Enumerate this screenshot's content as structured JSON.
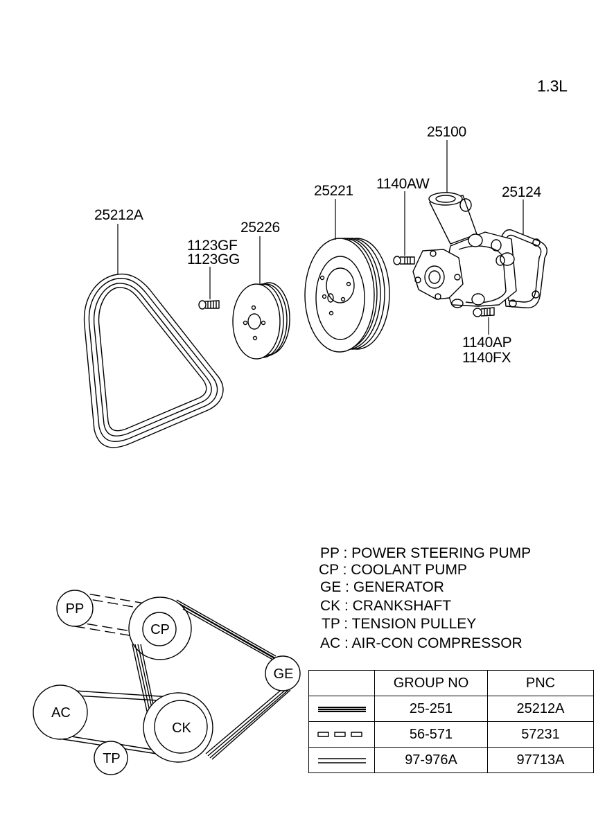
{
  "engine": "1.3L",
  "callouts": {
    "belt": "25212A",
    "bolt_a1": "1123GF",
    "bolt_a2": "1123GG",
    "small_pulley": "25226",
    "large_pulley": "25221",
    "bolt_b": "1140AW",
    "water_pump": "25100",
    "gasket": "25124",
    "bolt_c1": "1140AP",
    "bolt_c2": "1140FX"
  },
  "routing": {
    "pp": "PP",
    "cp": "CP",
    "ge": "GE",
    "ac": "AC",
    "ck": "CK",
    "tp": "TP"
  },
  "legend": [
    {
      "abbr": "PP",
      "text": "PP : POWER STEERING PUMP"
    },
    {
      "abbr": "CP",
      "text": "CP : COOLANT PUMP"
    },
    {
      "abbr": "GE",
      "text": "GE : GENERATOR"
    },
    {
      "abbr": "CK",
      "text": "CK : CRANKSHAFT"
    },
    {
      "abbr": "TP",
      "text": "TP : TENSION PULLEY"
    },
    {
      "abbr": "AC",
      "text": "AC : AIR-CON COMPRESSOR"
    }
  ],
  "table": {
    "headers": [
      "",
      "GROUP NO",
      "PNC"
    ],
    "rows": [
      {
        "line_style": "double-solid",
        "group_no": "25-251",
        "pnc": "25212A"
      },
      {
        "line_style": "dashed",
        "group_no": "56-571",
        "pnc": "57231"
      },
      {
        "line_style": "double-thin",
        "group_no": "97-976A",
        "pnc": "97713A"
      }
    ]
  }
}
